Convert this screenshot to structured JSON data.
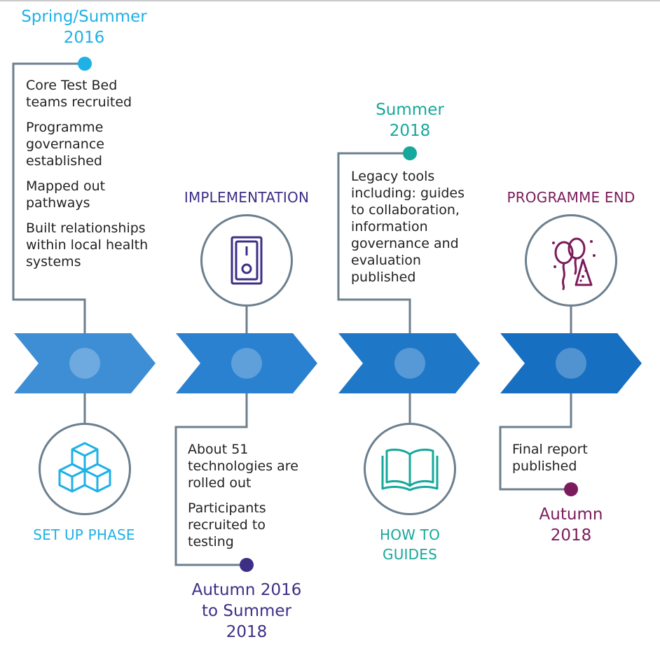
{
  "colors": {
    "cyan": "#1fb1e6",
    "purple": "#3d2f86",
    "teal": "#16a89b",
    "plum": "#7b1b5b",
    "line": "#6c7f8d",
    "arrow_1": "#3e8ed5",
    "arrow_2": "#2a81cf",
    "arrow_3": "#1f77c8",
    "arrow_4": "#176fc2"
  },
  "stages": [
    {
      "date_lines": [
        "Spring/Summer",
        "2016"
      ],
      "phase_lines": [
        "SET UP PHASE"
      ],
      "items": [
        "Core Test Bed teams recruited",
        "Programme governance established",
        "Mapped out pathways",
        "Built relationships within local health systems"
      ],
      "icon": "cubes-icon"
    },
    {
      "date_lines": [
        "Autumn 2016",
        "to Summer",
        "2018"
      ],
      "phase_lines": [
        "IMPLEMENTATION"
      ],
      "items": [
        "About 51 technologies are rolled out",
        "Participants recruited to testing"
      ],
      "icon": "switch-icon"
    },
    {
      "date_lines": [
        "Summer",
        "2018"
      ],
      "phase_lines": [
        "HOW TO",
        "GUIDES"
      ],
      "items": [
        "Legacy tools including: guides to collaboration, information governance and evaluation published"
      ],
      "icon": "open-book-icon"
    },
    {
      "date_lines": [
        "Autumn",
        "2018"
      ],
      "phase_lines": [
        "PROGRAMME END"
      ],
      "items": [
        "Final report published"
      ],
      "icon": "balloons-party-hat-icon"
    }
  ]
}
